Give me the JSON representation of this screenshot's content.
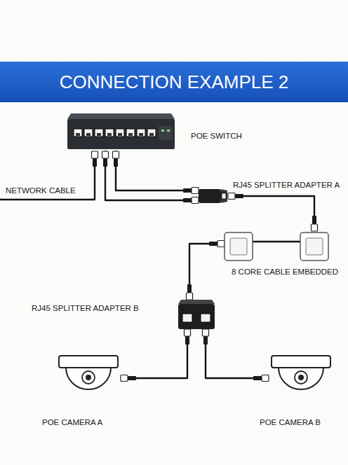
{
  "diagram": {
    "title": "CONNECTION EXAMPLE 2",
    "nodes": [
      {
        "text": [
          "POE SWITCH"
        ]
      },
      {
        "text": [
          "RJ45 SPLITTER ADAPTER A"
        ]
      },
      {
        "text": [
          "8 CORE CABLE EMBEDDED"
        ]
      },
      {
        "text": [
          "RJ45 SPLITTER ADAPTER B"
        ]
      },
      {
        "text": [
          "POE CAMERA A"
        ]
      },
      {
        "text": [
          "POE CAMERA B"
        ]
      }
    ],
    "edges": [
      {
        "from": 0,
        "to": 1,
        "arrow": "none"
      },
      {
        "from": 0,
        "to": 1,
        "arrow": "none"
      },
      {
        "from": 1,
        "to": 2,
        "arrow": "none"
      },
      {
        "from": 2,
        "to": 3,
        "arrow": "none"
      },
      {
        "from": 3,
        "to": 4,
        "arrow": "none"
      },
      {
        "from": 3,
        "to": 5,
        "arrow": "none"
      }
    ],
    "labels": [
      "NETWORK CABLE"
    ]
  }
}
